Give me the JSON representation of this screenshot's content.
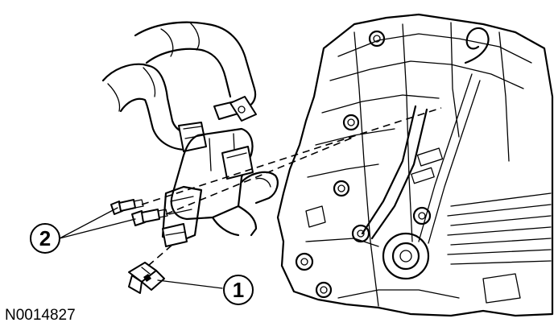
{
  "diagram": {
    "reference_number": "N0014827",
    "callouts": [
      {
        "id": "1",
        "label": "1"
      },
      {
        "id": "2",
        "label": "2"
      }
    ],
    "colors": {
      "ink": "#000000",
      "background": "#ffffff"
    }
  }
}
